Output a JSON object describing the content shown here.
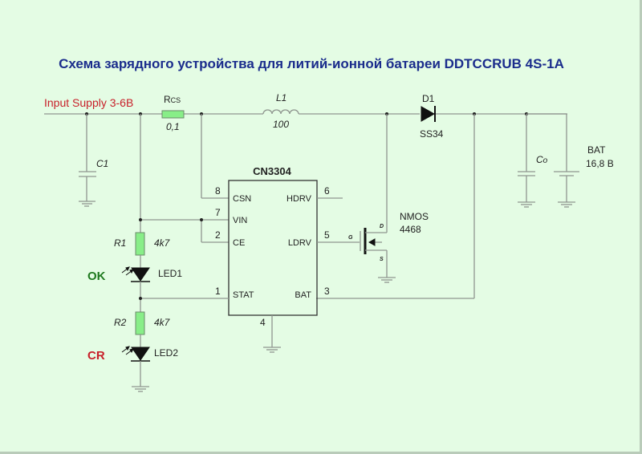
{
  "title": "Схема зарядного устройства для литий-ионной батареи  DDTCCRUB  4S-1A",
  "input_label": "Input Supply 3-6B",
  "components": {
    "rcs": {
      "ref_main": "R",
      "ref_sub": "CS",
      "value": "0,1"
    },
    "l1": {
      "ref": "L1",
      "value": "100"
    },
    "d1": {
      "ref": "D1",
      "value": "SS34"
    },
    "c1": {
      "ref": "C1"
    },
    "co": {
      "ref_main": "C",
      "ref_sub": "o"
    },
    "bat": {
      "ref": "BAT",
      "value": "16,8 B"
    },
    "ic": {
      "name": "CN3304",
      "pins": [
        {
          "num": "8",
          "name": "CSN"
        },
        {
          "num": "7",
          "name": "VIN"
        },
        {
          "num": "2",
          "name": "CE"
        },
        {
          "num": "1",
          "name": "STAT"
        },
        {
          "num": "6",
          "name": "HDRV"
        },
        {
          "num": "5",
          "name": "LDRV"
        },
        {
          "num": "3",
          "name": "BAT"
        },
        {
          "num": "4",
          "name": ""
        }
      ]
    },
    "nmos": {
      "type": "NMOS",
      "part": "4468",
      "gate": "G",
      "drain": "D",
      "source": "S"
    },
    "r1": {
      "ref": "R1",
      "value": "4k7"
    },
    "r2": {
      "ref": "R2",
      "value": "4k7"
    },
    "led1": {
      "ref": "LED1",
      "status": "OK"
    },
    "led2": {
      "ref": "LED2",
      "status": "CR"
    }
  },
  "colors": {
    "background": "#e4fce4",
    "title": "#1a2c8c",
    "input_label": "#c8202a",
    "ok": "#1f7a1f",
    "cr": "#c8202a",
    "resistor": "#88ee88"
  }
}
